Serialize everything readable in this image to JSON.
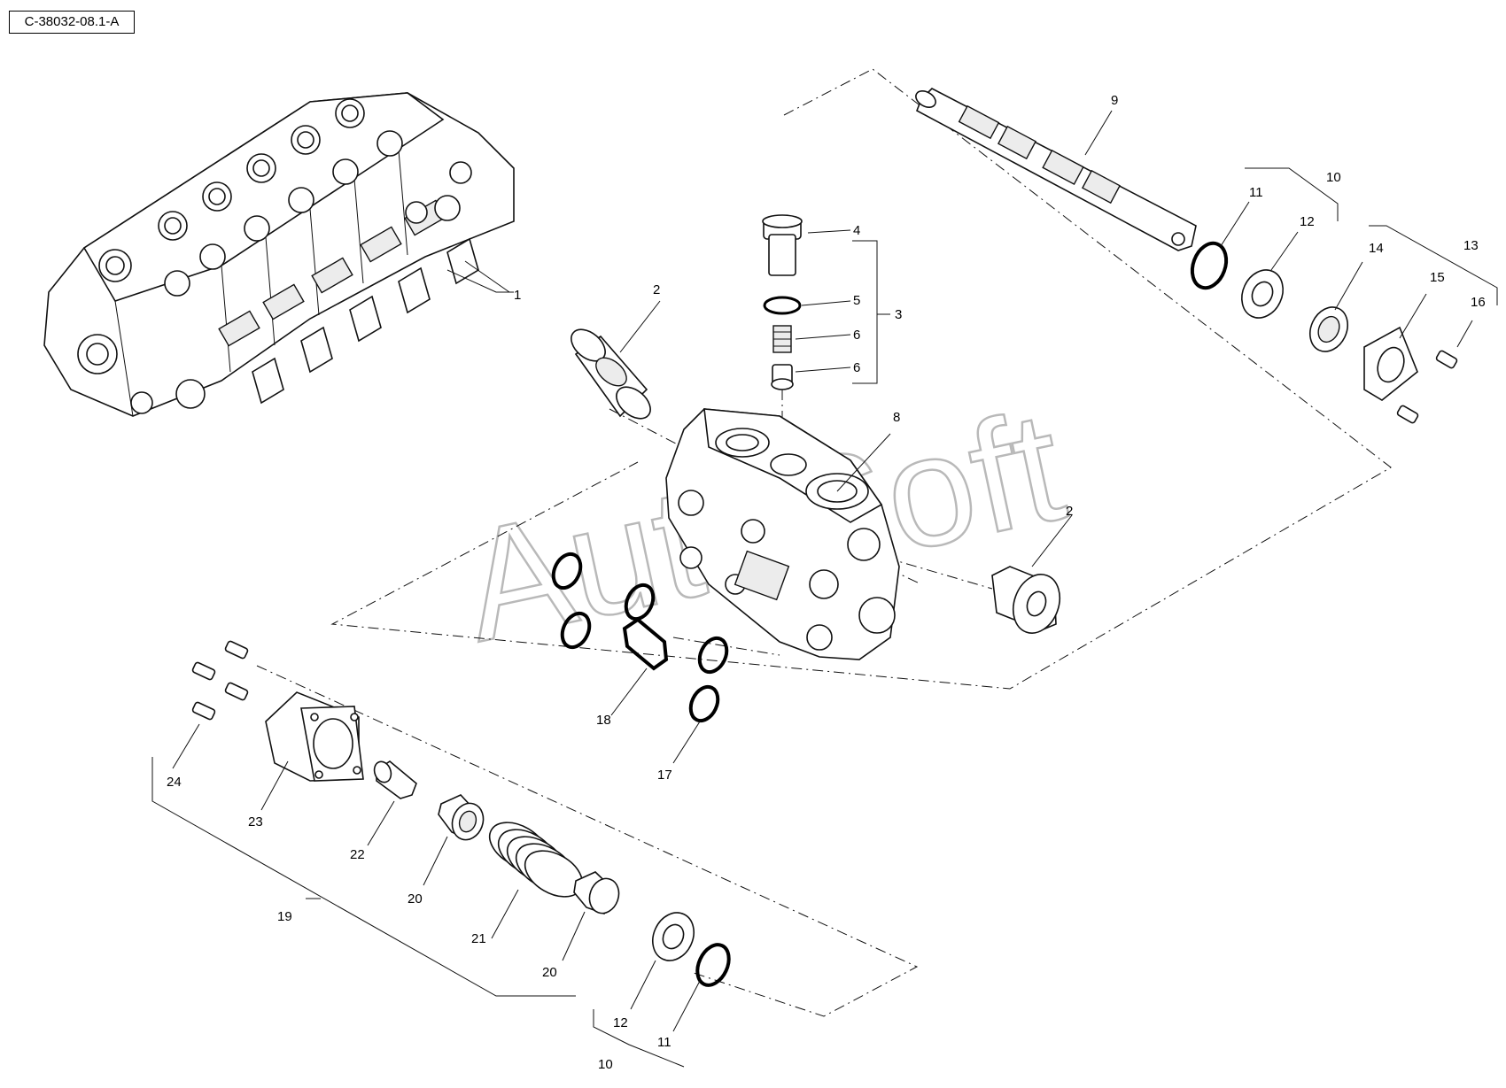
{
  "drawing": {
    "code": "C-38032-08.1-A",
    "watermark": "AutoSoft"
  },
  "callouts": [
    {
      "id": "c1",
      "label": "1"
    },
    {
      "id": "c2a",
      "label": "2"
    },
    {
      "id": "c2b",
      "label": "2"
    },
    {
      "id": "c3",
      "label": "3"
    },
    {
      "id": "c4",
      "label": "4"
    },
    {
      "id": "c5",
      "label": "5"
    },
    {
      "id": "c6a",
      "label": "6"
    },
    {
      "id": "c6b",
      "label": "6"
    },
    {
      "id": "c8",
      "label": "8"
    },
    {
      "id": "c9",
      "label": "9"
    },
    {
      "id": "c10a",
      "label": "10"
    },
    {
      "id": "c10b",
      "label": "10"
    },
    {
      "id": "c11a",
      "label": "11"
    },
    {
      "id": "c11b",
      "label": "11"
    },
    {
      "id": "c12a",
      "label": "12"
    },
    {
      "id": "c12b",
      "label": "12"
    },
    {
      "id": "c13",
      "label": "13"
    },
    {
      "id": "c14",
      "label": "14"
    },
    {
      "id": "c15",
      "label": "15"
    },
    {
      "id": "c16",
      "label": "16"
    },
    {
      "id": "c17",
      "label": "17"
    },
    {
      "id": "c18",
      "label": "18"
    },
    {
      "id": "c19",
      "label": "19"
    },
    {
      "id": "c20a",
      "label": "20"
    },
    {
      "id": "c20b",
      "label": "20"
    },
    {
      "id": "c21",
      "label": "21"
    },
    {
      "id": "c22",
      "label": "22"
    },
    {
      "id": "c23",
      "label": "23"
    },
    {
      "id": "c24",
      "label": "24"
    }
  ]
}
